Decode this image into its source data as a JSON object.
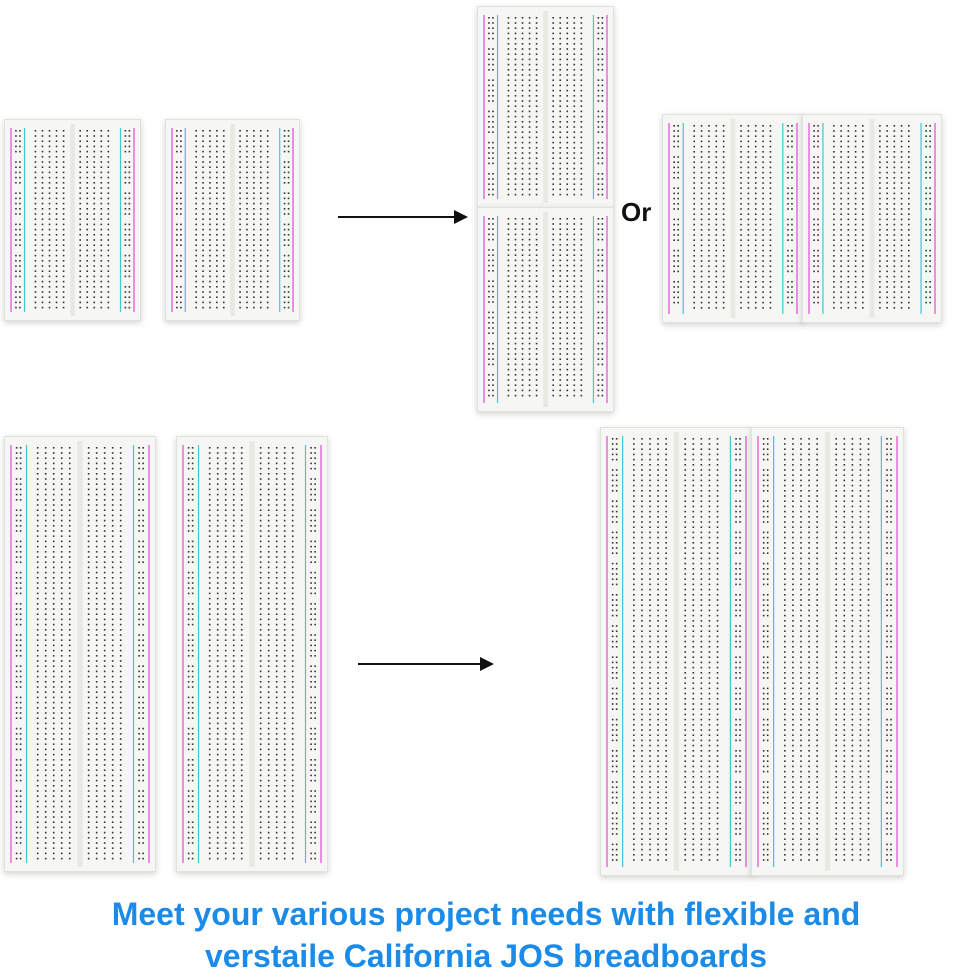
{
  "connector_word": "Or",
  "caption": {
    "line1": "Meet your various project needs with flexible and",
    "line2": "verstaile California JOS breadboards"
  },
  "colors": {
    "caption": "#1a8be8",
    "positive_rail": "#e04ccf",
    "negative_rail": "#3fc7d6",
    "board": "#f6f6f4",
    "hole": "#333333",
    "arrow": "#111111"
  },
  "icons": {
    "arrow": "arrow-right-icon"
  }
}
